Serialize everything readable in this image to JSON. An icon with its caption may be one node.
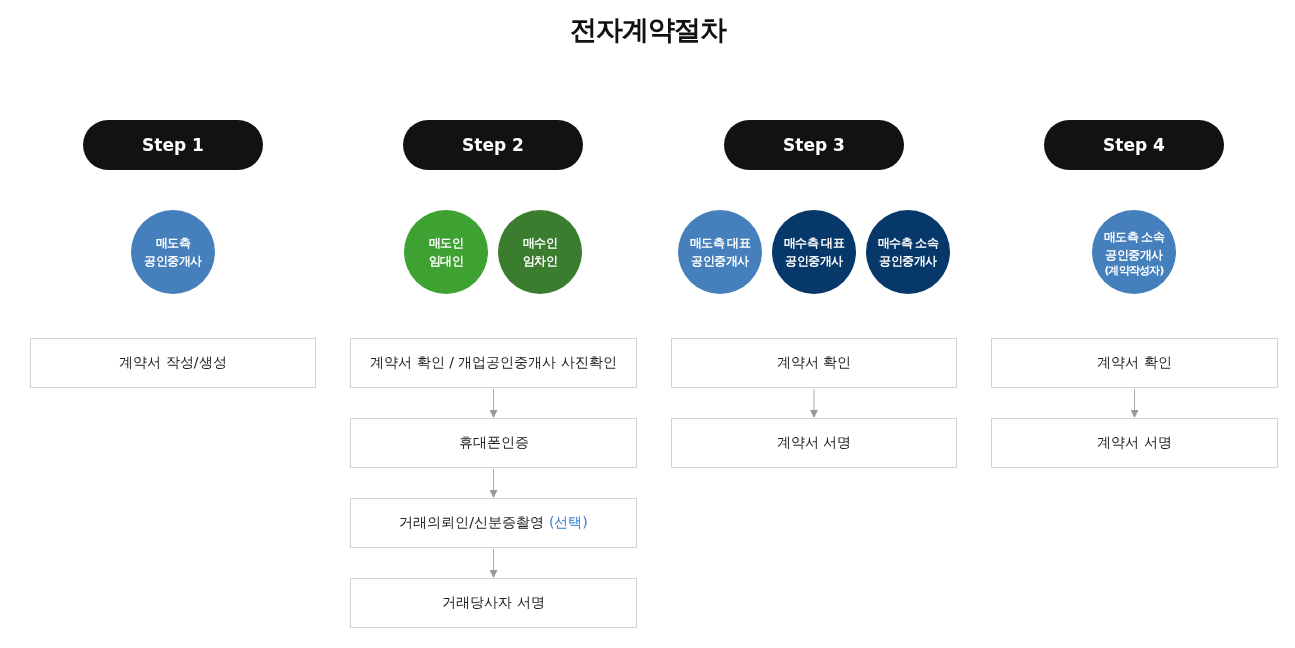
{
  "diagram": {
    "title": "전자계약절차",
    "nodes": [
      {
        "text": [
          "Step 1"
        ]
      },
      {
        "text": [
          "매도측 공인중개사"
        ]
      },
      {
        "text": [
          "계약서 작성/생성"
        ]
      },
      {
        "text": [
          "Step 2"
        ]
      },
      {
        "text": [
          "매도인 임대인"
        ]
      },
      {
        "text": [
          "매수인 임차인"
        ]
      },
      {
        "text": [
          "계약서 확인 / 개업공인중개사 사진확인"
        ]
      },
      {
        "text": [
          "휴대폰인증"
        ]
      },
      {
        "text": [
          "거래의뢰인/신분증촬영",
          "(선택)"
        ]
      },
      {
        "text": [
          "거래당사자 서명"
        ]
      },
      {
        "text": [
          "Step 3"
        ]
      },
      {
        "text": [
          "매도측 대표 공인중개사"
        ]
      },
      {
        "text": [
          "매수측 대표 공인중개사"
        ]
      },
      {
        "text": [
          "매수측 소속 공인중개사"
        ]
      },
      {
        "text": [
          "계약서 확인"
        ]
      },
      {
        "text": [
          "계약서 서명"
        ]
      },
      {
        "text": [
          "Step 4"
        ]
      },
      {
        "text": [
          "매도측 소속 공인중개사",
          "(계약작성자)"
        ]
      },
      {
        "text": [
          "계약서 확인"
        ]
      },
      {
        "text": [
          "계약서 서명"
        ]
      }
    ],
    "edges": [
      {
        "from": 6,
        "to": 7,
        "arrow": "to"
      },
      {
        "from": 7,
        "to": 8,
        "arrow": "to"
      },
      {
        "from": 8,
        "to": 9,
        "arrow": "to"
      },
      {
        "from": 14,
        "to": 15,
        "arrow": "to"
      },
      {
        "from": 18,
        "to": 19,
        "arrow": "to"
      }
    ]
  }
}
